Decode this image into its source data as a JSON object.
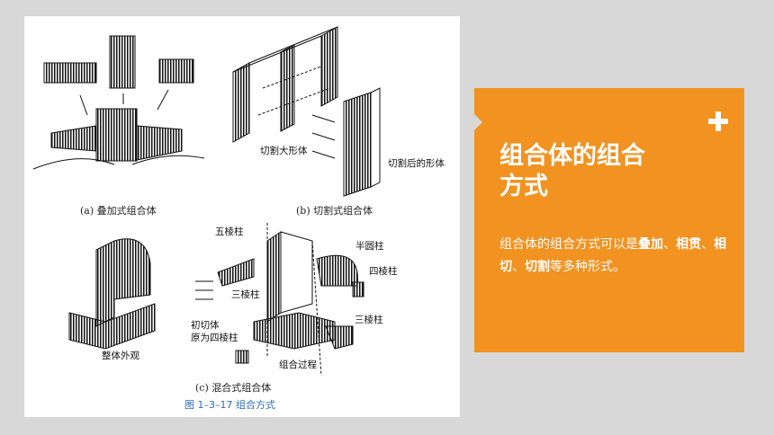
{
  "figure": {
    "sub_a": "(a) 叠加式组合体",
    "sub_b": "(b) 切割式组合体",
    "sub_c": "(c) 混合式组合体",
    "caption": "图 1–3–17   组合方式",
    "labels": {
      "qiege_da": "切割大形体",
      "qiege_hou": "切割后的形体",
      "wulengzhu": "五棱柱",
      "banyuanzhu": "半圆柱",
      "silengzhu": "四棱柱",
      "sanlengzhu_left": "三棱柱",
      "sanlengzhu_right": "三棱柱",
      "chuqieti_1": "初切体",
      "chuqieti_2": "原为四棱柱",
      "zhengti": "整体外观",
      "zuhe_guocheng": "组合过程"
    }
  },
  "card": {
    "title_line1": "组合体的组合",
    "title_line2": "方式",
    "body_prefix": "组合体的组合方式可以是",
    "kw1": "叠加",
    "sep1": "、",
    "kw2": "相贯",
    "sep2": "、",
    "kw3": "相切",
    "sep3": "、",
    "kw4": "切割",
    "body_suffix": "等多种形式。",
    "accent_color": "#f29220"
  }
}
